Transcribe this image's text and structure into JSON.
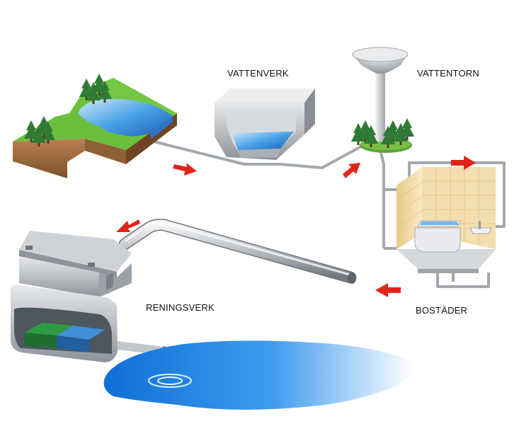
{
  "labels": {
    "water_works": "VATTENVERK",
    "water_tower": "VATTENTORN",
    "homes": "BOSTÄDER",
    "treatment_plant": "RENINGSVERK"
  },
  "colors": {
    "pipe": "#9aa0a6",
    "arrow": "#e0241b",
    "water": "#2f7fd1",
    "grass": "#6cbf3d",
    "soil": "#a2703f",
    "tree": "#2f7a35",
    "tile": "#f1d9a4"
  },
  "icons": {
    "source": "lake-block-icon",
    "water_works": "reservoir-basin-icon",
    "water_tower": "water-tower-icon",
    "homes": "bathroom-icon",
    "treatment_plant": "treatment-building-icon",
    "recipient": "recipient-lake-icon",
    "flow": "flow-arrow-icon"
  }
}
